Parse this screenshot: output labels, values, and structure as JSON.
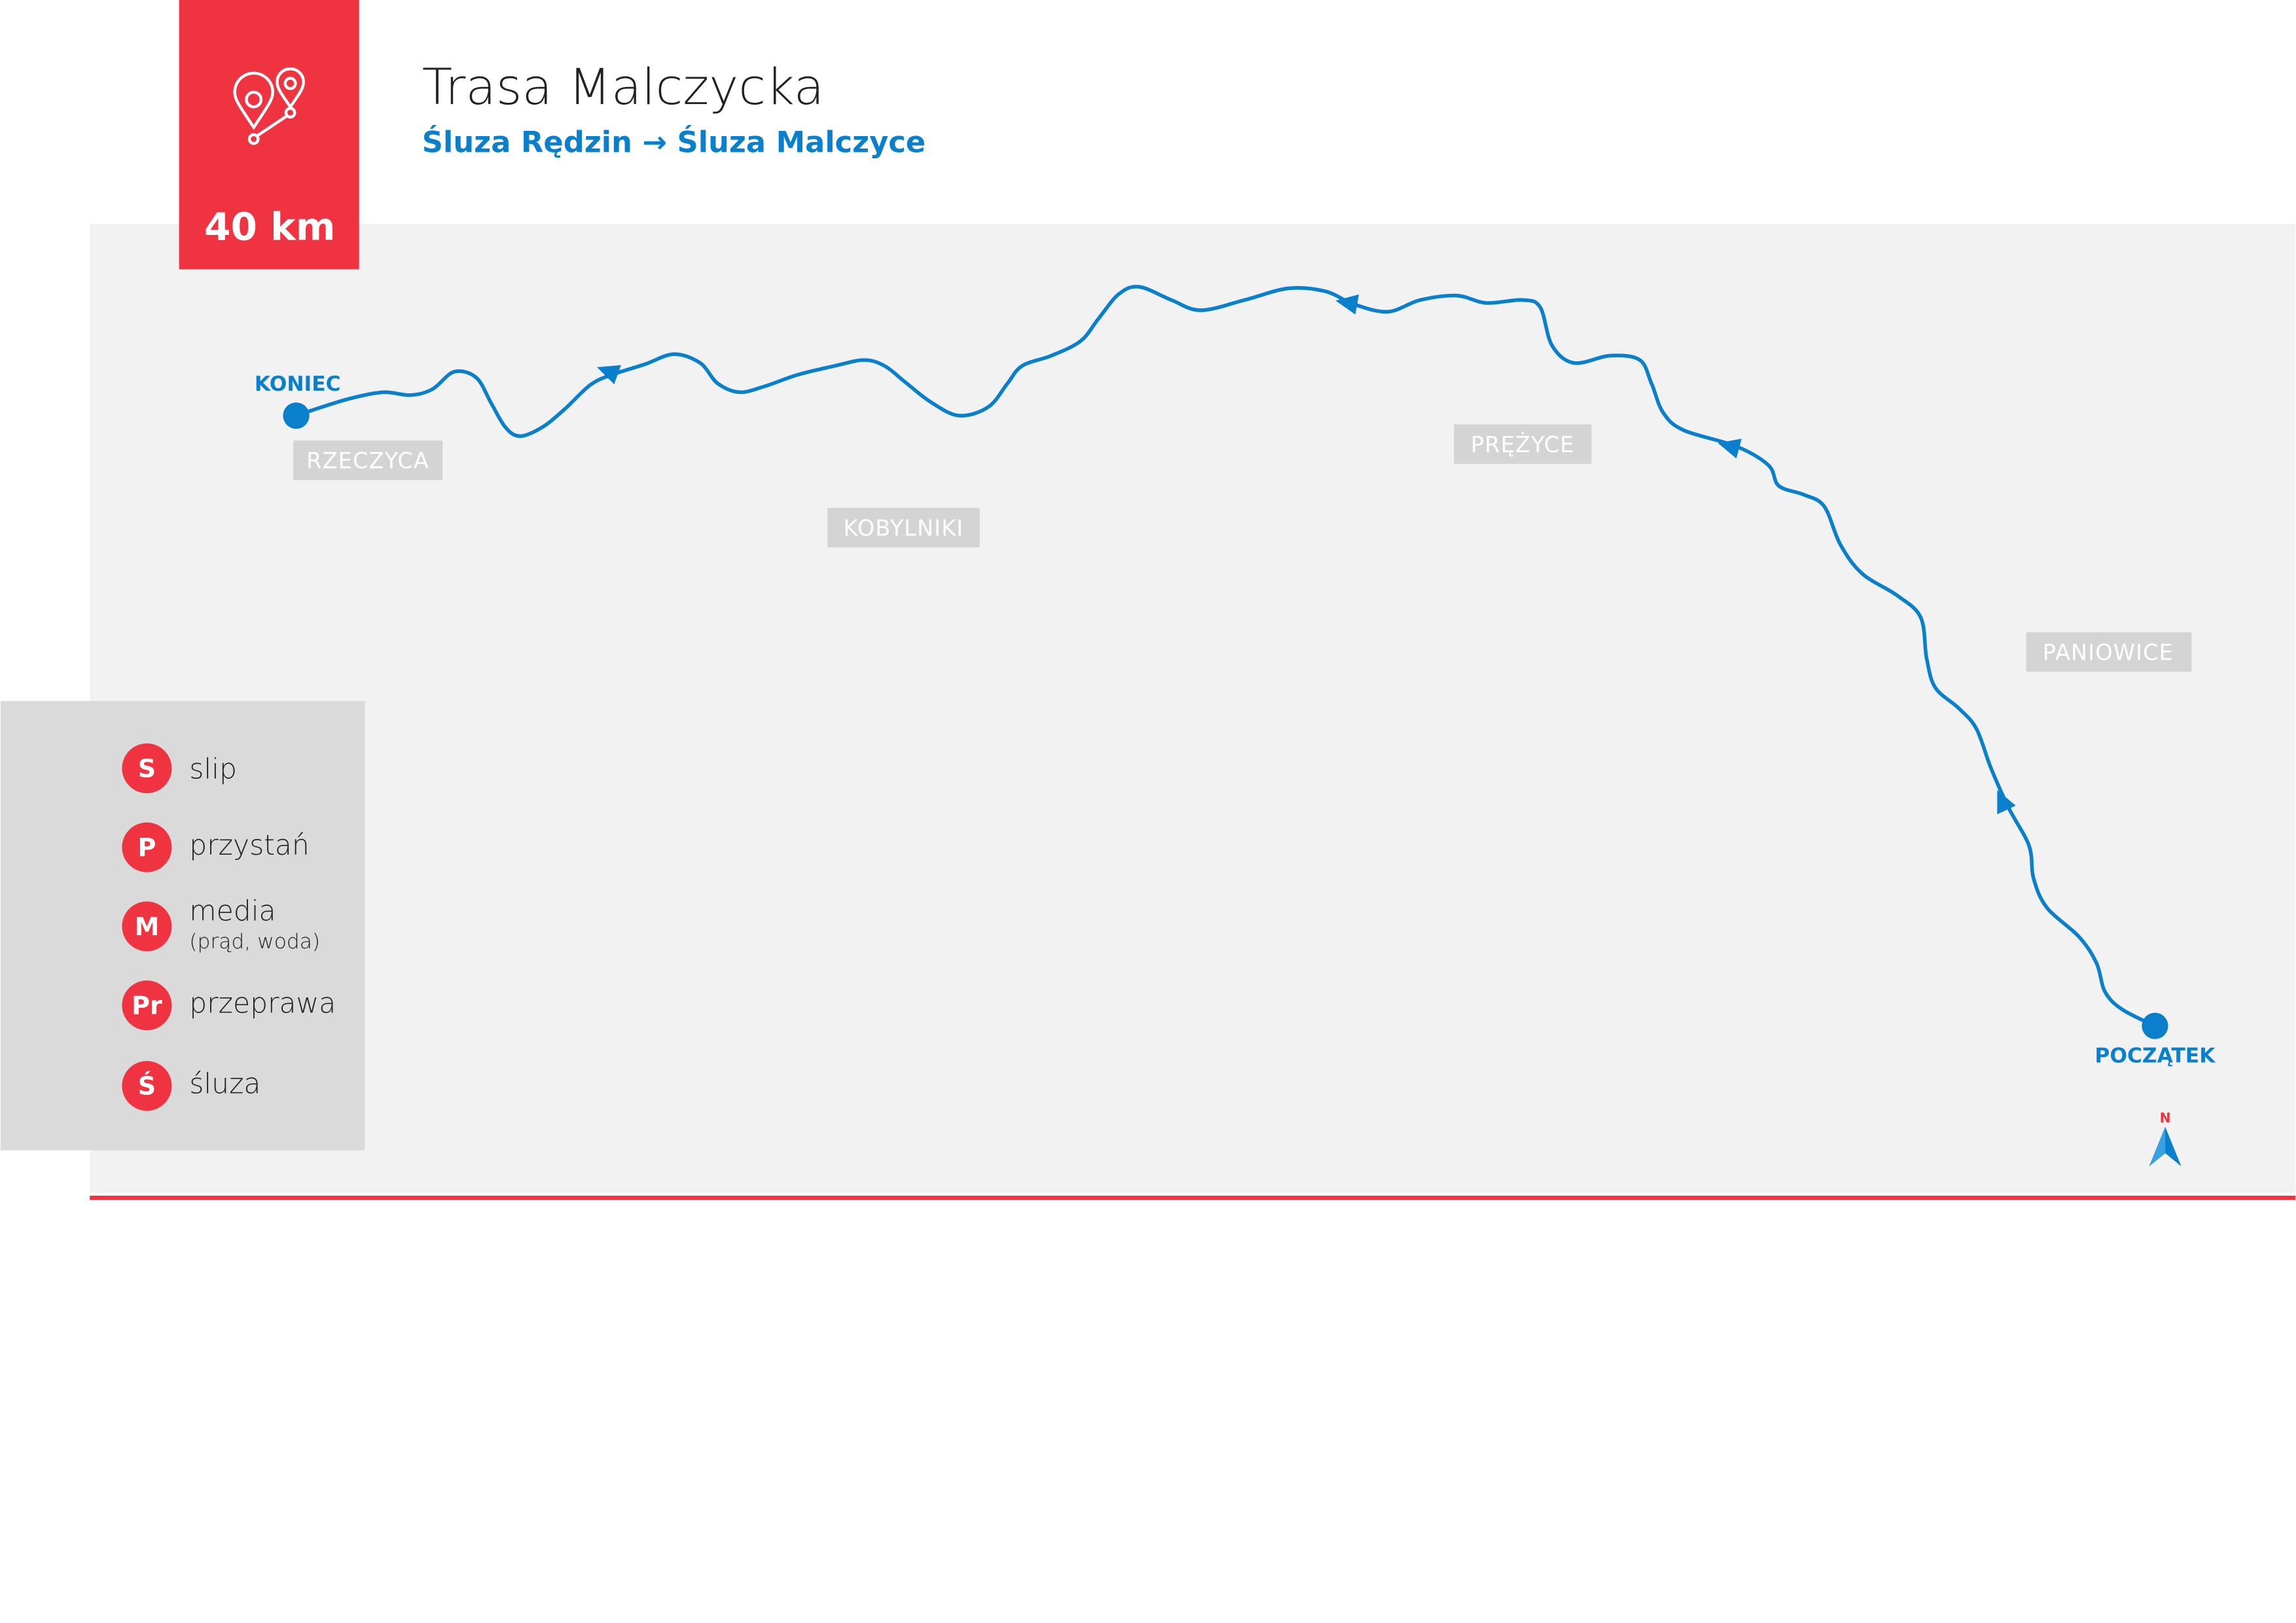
{
  "header": {
    "distance": "40 km",
    "title": "Trasa Malczycka",
    "subtitle": "Śluza Rędzin → Śluza Malczyce",
    "icon": "route-pins-icon"
  },
  "map": {
    "start_label": "POCZĄTEK",
    "end_label": "KONIEC",
    "towns": [
      "RZECZYCA",
      "KOBYLNIKI",
      "PRĘŻYCE",
      "PANIOWICE"
    ],
    "north_label": "N"
  },
  "legend": {
    "items": [
      {
        "letter": "S",
        "label": "slip",
        "sub": ""
      },
      {
        "letter": "P",
        "label": "przystań",
        "sub": ""
      },
      {
        "letter": "M",
        "label": "media",
        "sub": "(prąd, woda)"
      },
      {
        "letter": "Pr",
        "label": "przeprawa",
        "sub": ""
      },
      {
        "letter": "Ś",
        "label": "śluza",
        "sub": ""
      }
    ]
  },
  "colors": {
    "accent": "#ef3340",
    "river": "#0a7fcc",
    "panel": "#f2f2f2",
    "legend_bg": "#dadada",
    "town_bg": "#d4d4d4"
  }
}
